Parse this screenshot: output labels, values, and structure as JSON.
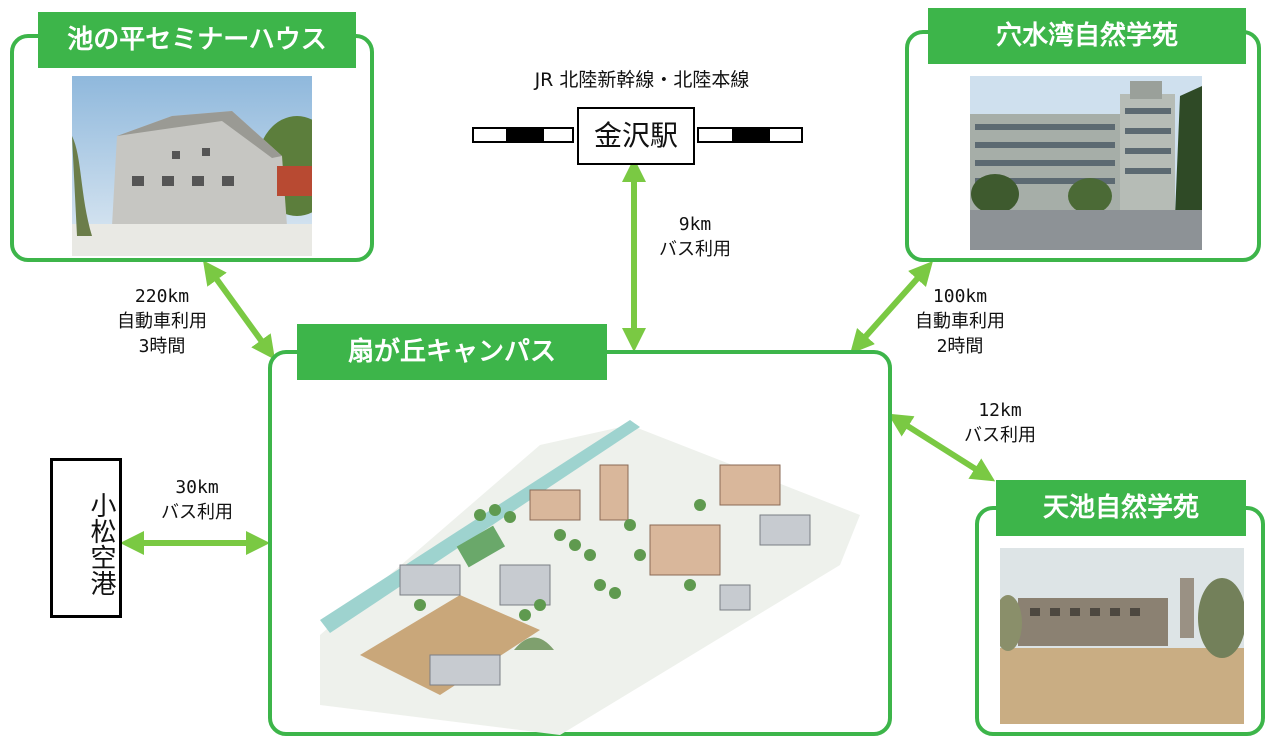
{
  "locations": {
    "ikenotaira": {
      "name": "池の平セミナーハウス"
    },
    "anamizu": {
      "name": "穴水湾自然学苑"
    },
    "ogigaoka": {
      "name": "扇が丘キャンパス"
    },
    "amaike": {
      "name": "天池自然学苑"
    },
    "komatsu": {
      "name": "小松空港"
    },
    "kanazawa": {
      "name": "金沢駅",
      "line": "JR 北陸新幹線・北陸本線"
    }
  },
  "routes": {
    "kanazawa": {
      "distance": "9km",
      "mode": "バス利用"
    },
    "ikenotaira": {
      "distance": "220km",
      "mode": "自動車利用",
      "time": "3時間"
    },
    "anamizu": {
      "distance": "100km",
      "mode": "自動車利用",
      "time": "2時間"
    },
    "amaike": {
      "distance": "12km",
      "mode": "バス利用"
    },
    "komatsu": {
      "distance": "30km",
      "mode": "バス利用"
    }
  },
  "colors": {
    "frame": "#3db54a",
    "arrow": "#7ac943"
  }
}
